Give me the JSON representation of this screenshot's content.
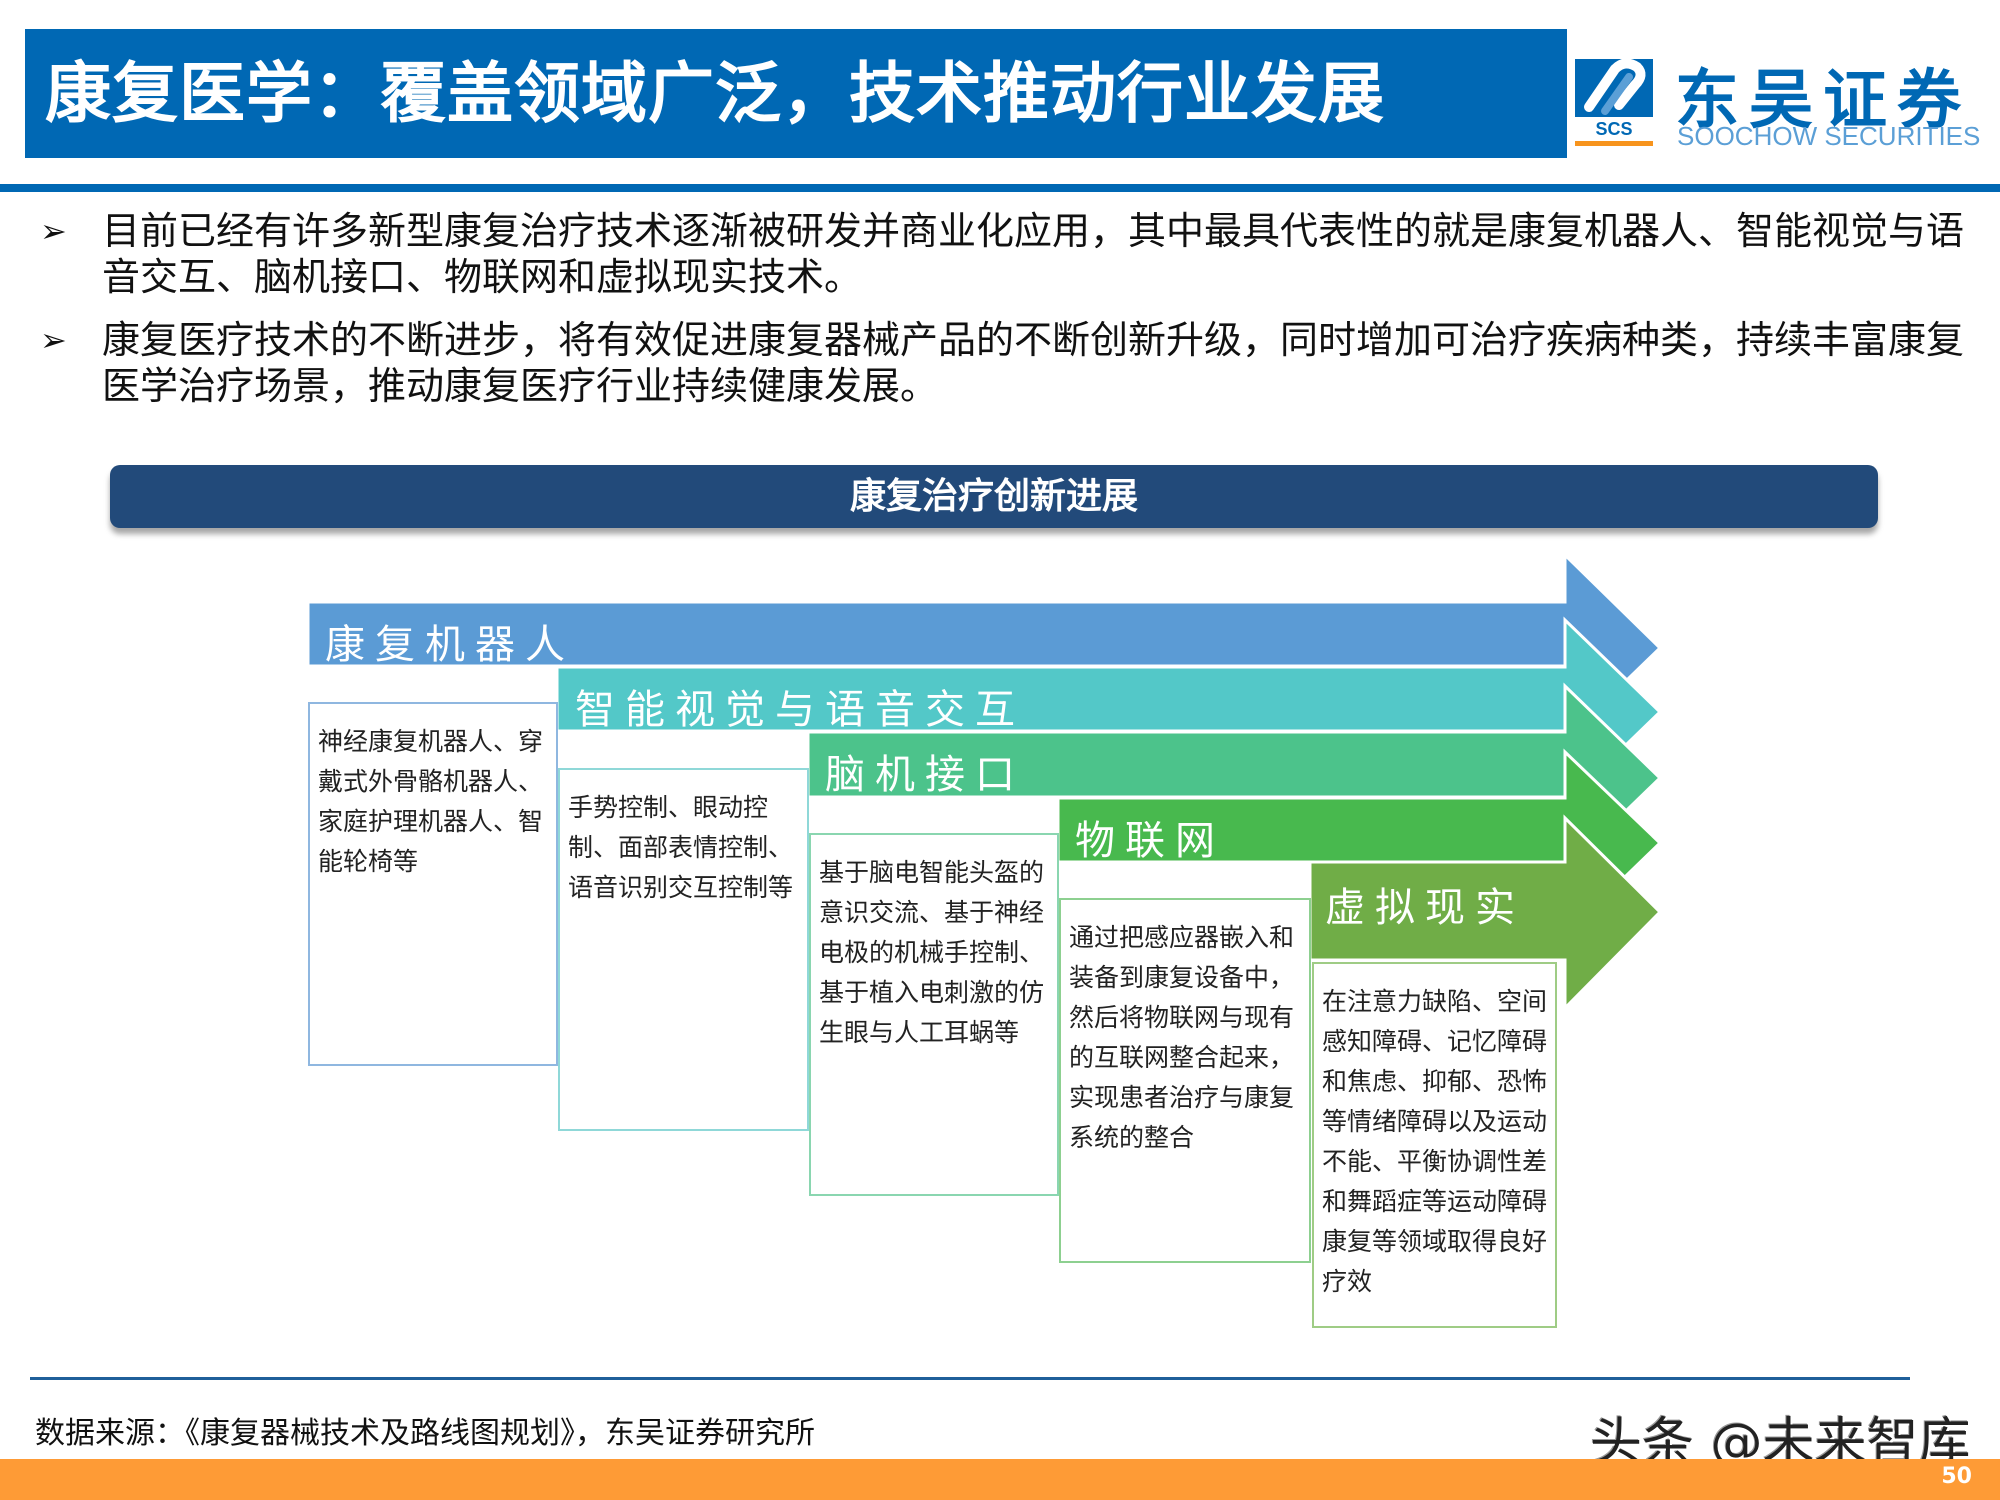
{
  "header": {
    "title": "康复医学：覆盖领域广泛，技术推动行业发展",
    "logo": {
      "icon": "scs-logo-icon",
      "icon_text": "SCS",
      "name_cn": "东吴证券",
      "name_en": "SOOCHOW SECURITIES"
    }
  },
  "bullets": [
    {
      "marker": "➢",
      "text": "目前已经有许多新型康复治疗技术逐渐被研发并商业化应用，其中最具代表性的就是康复机器人、智能视觉与语音交互、脑机接口、物联网和虚拟现实技术。"
    },
    {
      "marker": "➢",
      "text": "康复医疗技术的不断进步，将有效促进康复器械产品的不断创新升级，同时增加可治疗疾病种类，持续丰富康复医学治疗场景，推动康复医疗行业持续健康发展。"
    }
  ],
  "diagram": {
    "title": "康复治疗创新进展",
    "stages": [
      {
        "label": "康复机器人",
        "color": "#5b9bd5",
        "border": "#8fb7e0",
        "description": "神经康复机器人、穿戴式外骨骼机器人、家庭护理机器人、智能轮椅等"
      },
      {
        "label": "智能视觉与语音交互",
        "color": "#53c8c8",
        "border": "#8fd8d8",
        "description": "手势控制、眼动控制、面部表情控制、语音识别交互控制等"
      },
      {
        "label": "脑机接口",
        "color": "#4cc38b",
        "border": "#8ad6b0",
        "description": "基于脑电智能头盔的意识交流、基于神经电极的机械手控制、基于植入电刺激的仿生眼与人工耳蜗等"
      },
      {
        "label": "物联网",
        "color": "#48b94e",
        "border": "#8dd090",
        "description": "通过把感应器嵌入和装备到康复设备中，然后将物联网与现有的互联网整合起来，实现患者治疗与康复系统的整合"
      },
      {
        "label": "虚拟现实",
        "color": "#70ad47",
        "border": "#9fcc85",
        "description": "在注意力缺陷、空间感知障碍、记忆障碍和焦虑、抑郁、恐怖等情绪障碍以及运动不能、平衡协调性差和舞蹈症等运动障碍康复等领域取得良好疗效"
      }
    ]
  },
  "footer": {
    "source": "数据来源：《康复器械技术及路线图规划》，东吴证券研究所",
    "watermark": "头条 @未来智库",
    "page_number": "50",
    "band_color": "#fe9b36"
  }
}
